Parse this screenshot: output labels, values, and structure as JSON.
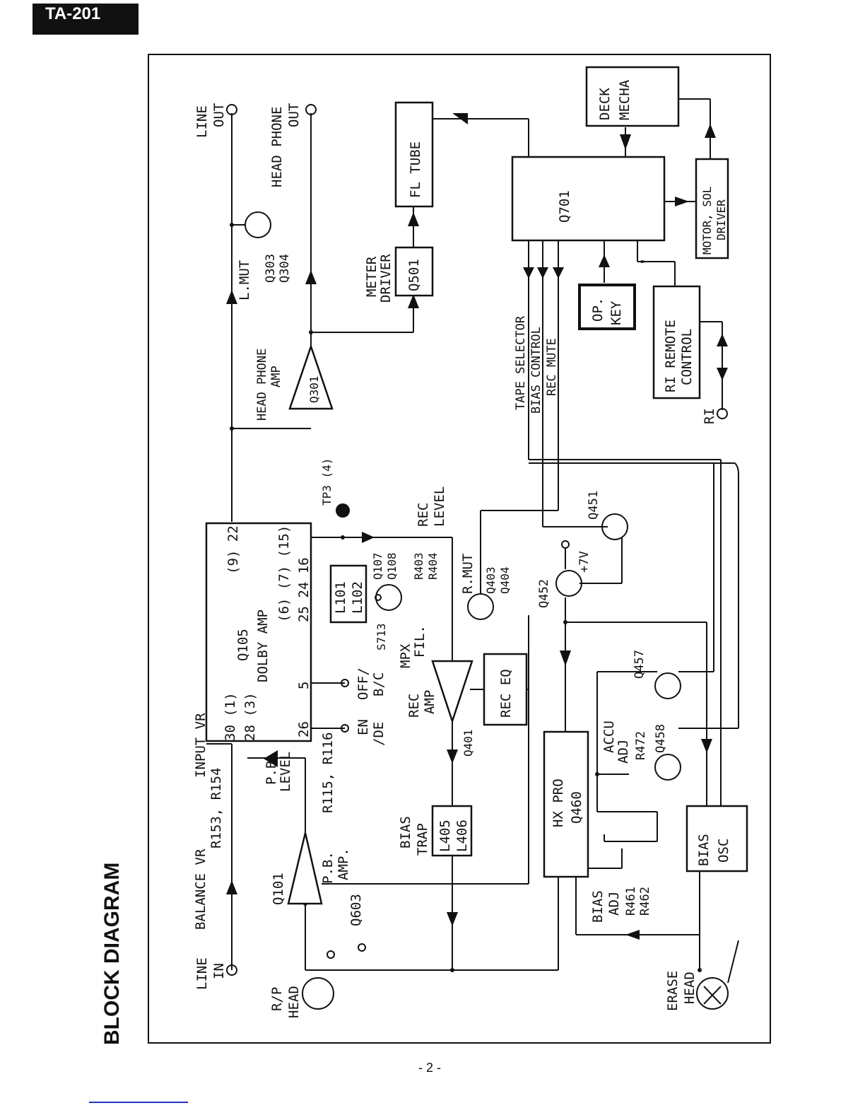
{
  "header": {
    "badge": "TA-201"
  },
  "title": "BLOCK DIAGRAM",
  "footer": {
    "page": "- 2 -"
  },
  "blocks": {
    "q105_name": "Q105",
    "q105_desc": "DOLBY AMP",
    "q105_pins_a": "30 (1)",
    "q105_pins_b": "28 (3)",
    "q105_pins_c": "26",
    "q105_pins_d": "5",
    "q105_pins_e": "(6) (7) (15)",
    "q105_pins_f": "25   24   16",
    "q105_pins_g": "(9) 22",
    "q701": "Q701",
    "fl_tube": "FL TUBE",
    "q501": "Q501",
    "deck_mecha_1": "DECK",
    "deck_mecha_2": "MECHA",
    "motor_1": "MOTOR, SOL",
    "motor_2": "DRIVER",
    "op_key_1": "OP.",
    "op_key_2": "KEY",
    "ri_remote_1": "RI REMOTE",
    "ri_remote_2": "CONTROL",
    "l101": "L101",
    "l102": "L102",
    "rec_eq": "REC EQ",
    "bias_trap_box_1": "L405",
    "bias_trap_box_2": "L406",
    "hx_pro_1": "HX PRO",
    "hx_pro_2": "Q460",
    "bias_osc_1": "BIAS",
    "bias_osc_2": "OSC",
    "q301": "Q301"
  },
  "labels": {
    "line_in_1": "LINE",
    "line_in_2": "IN",
    "rp_head_1": "R/P",
    "rp_head_2": "HEAD",
    "balance": "BALANCE VR",
    "r153": "R153, R154",
    "input_vr": "INPUT VR",
    "pb_level_1": "P.B.",
    "pb_level_2": "LEVEL",
    "r115": "R115, R116",
    "pb_amp_1": "P.B.",
    "pb_amp_2": "AMP.",
    "q101": "Q101",
    "q603": "Q603",
    "en_de_1": "EN",
    "en_de_2": "/DE",
    "off_bc_1": "OFF/",
    "off_bc_2": "B/C",
    "s713": "S713",
    "mpx_1": "MPX",
    "mpx_2": "FIL.",
    "q107": "Q107",
    "q108": "Q108",
    "r403": "R403",
    "r404": "R404",
    "rec_level_1": "REC",
    "rec_level_2": "LEVEL",
    "tp3": "TP3 (4)",
    "r_mut": "R.MUT",
    "q403": "Q403",
    "q404": "Q404",
    "rec_amp_1": "REC",
    "rec_amp_2": "AMP",
    "q401": "Q401",
    "bias_trap_1": "BIAS",
    "bias_trap_2": "TRAP",
    "hp_amp_1": "HEAD PHONE",
    "hp_amp_2": "AMP",
    "line_out_1": "LINE",
    "line_out_2": "OUT",
    "hp_out_1": "HEAD PHONE",
    "hp_out_2": "OUT",
    "l_mut": "L.MUT",
    "q303": "Q303",
    "q304": "Q304",
    "meter_1": "METER",
    "meter_2": "DRIVER",
    "tape_selector": "TAPE SELECTOR",
    "bias_control": "BIAS CONTROL",
    "rec_mute": "REC MUTE",
    "ri": "RI",
    "q451": "Q451",
    "q452": "Q452",
    "plus7v": "+7V",
    "q457": "Q457",
    "q458": "Q458",
    "accu_1": "ACCU",
    "accu_2": "ADJ",
    "r472": "R472",
    "bias_adj_1": "BIAS",
    "bias_adj_2": "ADJ",
    "r461": "R461",
    "r462": "R462",
    "erase_1": "ERASE",
    "erase_2": "HEAD"
  }
}
